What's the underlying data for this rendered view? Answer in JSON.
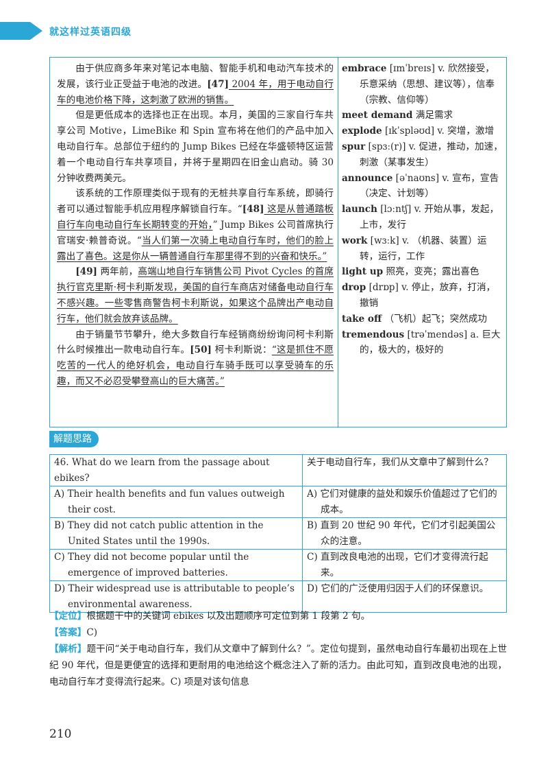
{
  "header": {
    "title": "就这样过英语四级"
  },
  "passage": {
    "p1a": "由于供应商多年来对笔记本电脑、智能手机和电动汽车技术的发展，该行业正受益于电池的改进。",
    "p1_num": "[47]",
    "p1b": " 2004 年，",
    "p1c": "用于电动自行车的电池价格下降，这刺激了欧洲的销售。",
    "p2": "但是更低成本的选择也正在出现。本月，美国的三家自行车共享公司 Motive，LimeBike 和 Spin 宣布将在他们的产品中加入电动自行车。总部位于纽约的 Jump Bikes 已经在华盛顿特区运营着一个电动自行车共享项目，并将于星期四在旧金山启动。骑 30 分钟收费两美元。",
    "p3a": "该系统的工作原理类似于现有的无桩共享自行车系统，即骑行者可以通过智能手机应用程序解锁自行车。",
    "p3_num": "[48]",
    "p3b": " 这是从普通踏板自行车向电动自行车长期转变的开始，",
    "p3c": "” Jump Bikes 公司首席执行官瑞安·赖普奇说。“",
    "p3d": "当人们第一次骑上电动自行车时，他们的脸上露出了喜色。这是你从一辆普通自行车那里得不到的兴奋和快乐。”",
    "p4_num": "[49]",
    "p4a": " 两年前，",
    "p4b": "高端山地自行车销售公司 Pivot Cycles 的首席执行官克里斯·柯卡利斯发现，",
    "p4c": "美国的自行车商店对储备电动自行车不感兴趣。",
    "p4d": "一些零售商警告柯卡利斯说，如果这个品牌出产电动自行车，他们就会放弃该品牌。",
    "p5a": "由于销量节节攀升，绝大多数自行车经销商纷纷询问柯卡利斯什么时候推出一款电动自行车。",
    "p5_num": "[50]",
    "p5b": " 柯卡利斯说：",
    "p5c": "“这是抓住不愿吃苦的一代人的绝好机会，电动自行车骑手既可以享受骑车的乐趣，而又不必忍受攀登高山的巨大痛苦。”"
  },
  "vocab": [
    {
      "word": "embrace",
      "def": " [ɪmˈbreɪs] v. 欣然接受，乐意采纳（思想、建议等），信奉（宗教、信仰等）"
    },
    {
      "word": "meet demand",
      "def": " 满足需求"
    },
    {
      "word": "explode",
      "def": " [ɪkˈspləʊd] v. 突增，激增"
    },
    {
      "word": "spur",
      "def": " [spɜː(r)] v. 促进，推动，加速，刺激（某事发生）"
    },
    {
      "word": "announce",
      "def": " [əˈnaʊns] v. 宣布，宣告（决定、计划等）"
    },
    {
      "word": "launch",
      "def": " [lɔːntʃ] v. 开始从事，发起，上市，发行"
    },
    {
      "word": "work",
      "def": " [wɜːk] v. （机器、装置）运转，运行，工作"
    },
    {
      "word": "light up",
      "def": " 照亮，变亮；露出喜色"
    },
    {
      "word": "drop",
      "def": " [drɒp] v. 停止，放弃，打消，撤销"
    },
    {
      "word": "take off",
      "def": " （飞机）起飞；突然成功"
    },
    {
      "word": "tremendous",
      "def": " [trəˈmendəs] a. 巨大的，极大的，极好的"
    }
  ],
  "analysis": {
    "label": "解题思路"
  },
  "question": {
    "stem_en": "46. What do we learn from the passage about ebikes?",
    "stem_zh": "关于电动自行车，我们从文章中了解到什么？",
    "options": [
      {
        "en": "A) Their health benefits and fun values outweigh their cost.",
        "zh": "A) 它们对健康的益处和娱乐价值超过了它们的成本。"
      },
      {
        "en": "B) They did not catch public attention in the United States until the 1990s.",
        "zh": "B) 直到 20 世纪 90 年代，它们才引起美国公众的注意。"
      },
      {
        "en": "C) They did not become popular until the emergence of improved batteries.",
        "zh": "C) 直到改良电池的出现，它们才变得流行起来。"
      },
      {
        "en": "D) Their widespread use is attributable to people’s environmental awareness.",
        "zh": "D) 它们的广泛使用归因于人们的环保意识。"
      }
    ]
  },
  "explanation": {
    "locate_tag": "【定位】",
    "locate_text": "根据题干中的关键词 ebikes 以及出题顺序可定位到第 1 段第 2 句。",
    "answer_tag": "【答案】",
    "answer_text": "C)",
    "analysis_tag": "【解析】",
    "analysis_text": "题干问“关于电动自行车，我们从文章中了解到什么？”。定位句提到，虽然电动自行车最初出现在上世纪 90 年代，但是更便宜的选择和更耐用的电池给这个概念注入了新的活力。由此可知，直到改良电池的出现，电动自行车才变得流行起来。C) 项是对该句信息"
  },
  "page_number": "210"
}
